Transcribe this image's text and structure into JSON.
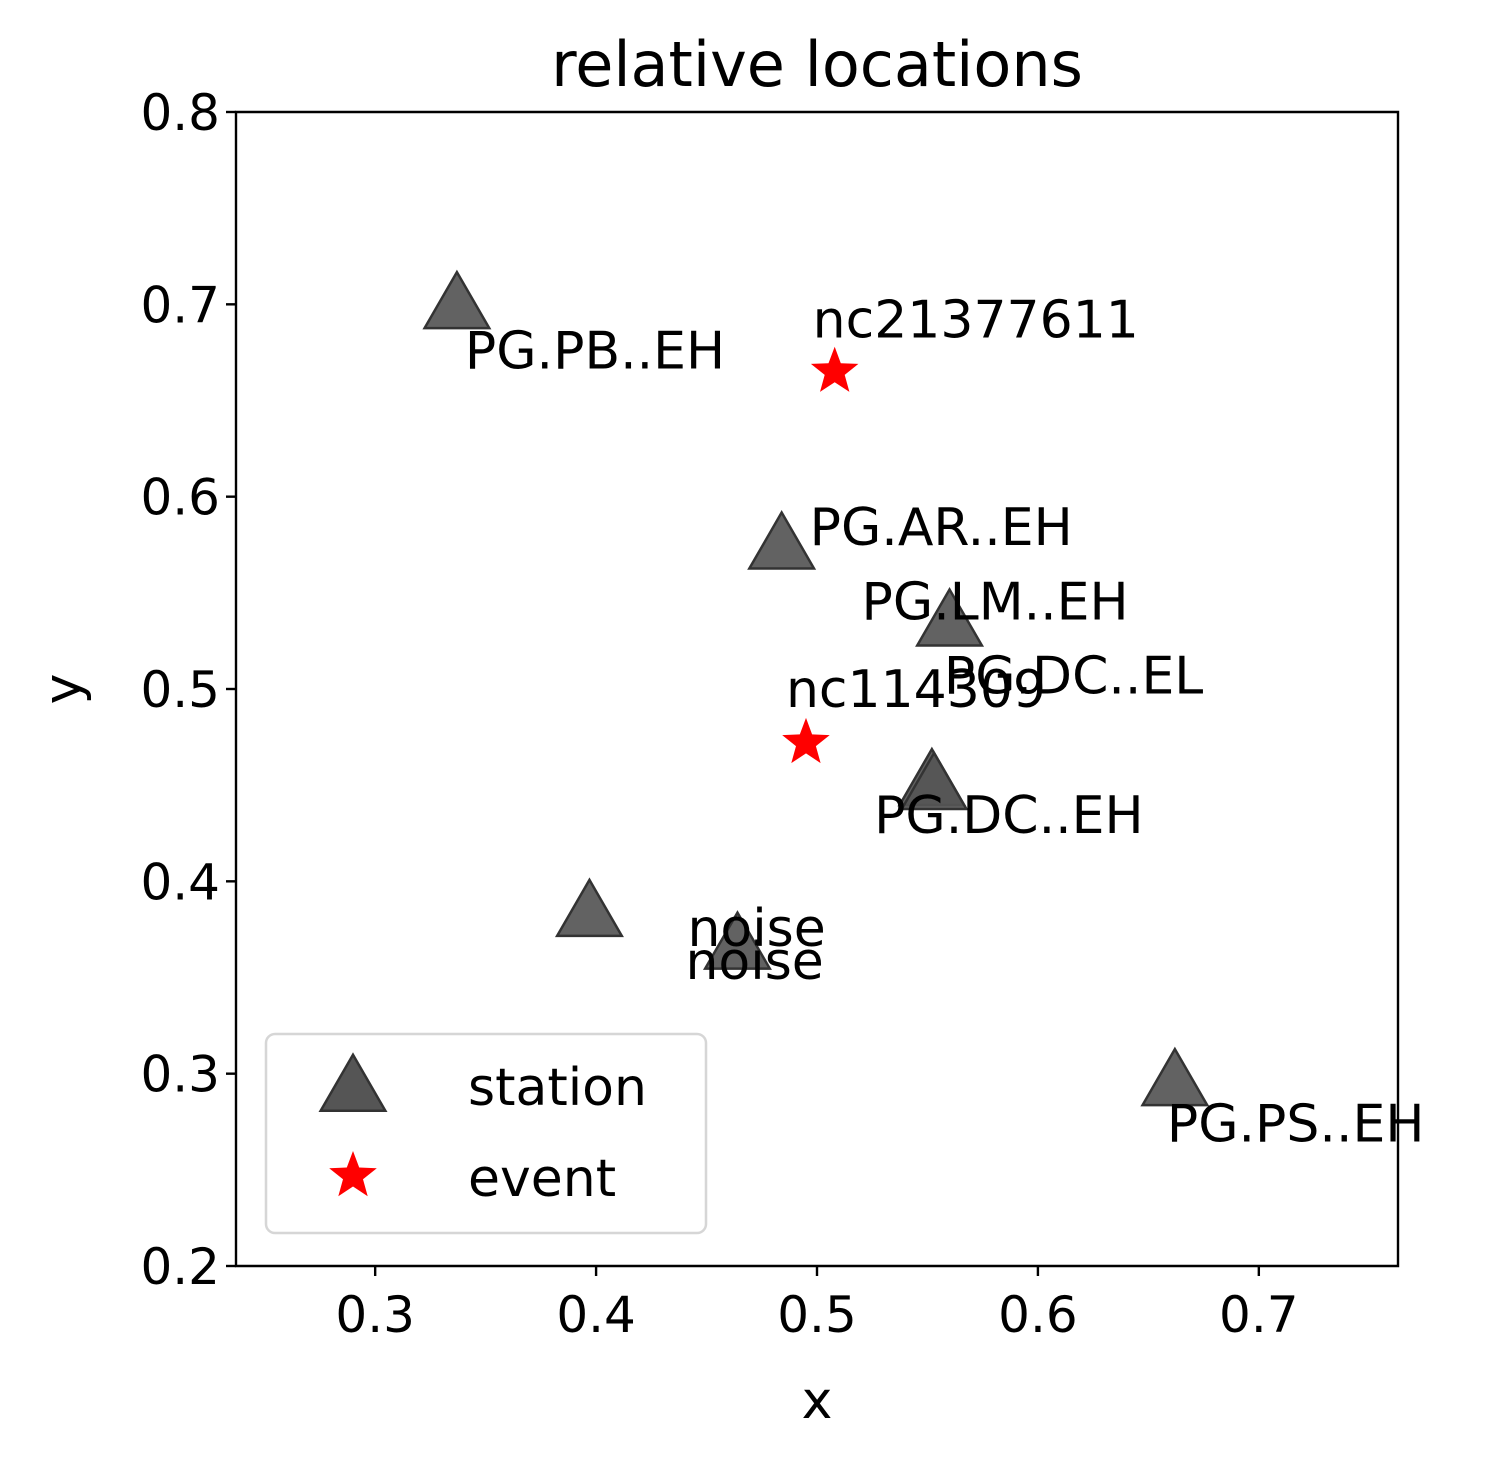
{
  "chart_data": {
    "type": "scatter",
    "title": "relative locations",
    "xlabel": "x",
    "ylabel": "y",
    "xlim": [
      0.237,
      0.763
    ],
    "ylim": [
      0.2,
      0.8
    ],
    "xticks": [
      "0.3",
      "0.4",
      "0.5",
      "0.6",
      "0.7"
    ],
    "yticks": [
      "0.2",
      "0.3",
      "0.4",
      "0.5",
      "0.6",
      "0.7",
      "0.8"
    ],
    "grid": false,
    "legend": {
      "placement": "lower-left",
      "entries": [
        {
          "label": "station",
          "marker": "triangle",
          "color": "#555555"
        },
        {
          "label": "event",
          "marker": "star",
          "color": "#ff0000"
        }
      ]
    },
    "series": [
      {
        "name": "station",
        "marker": "triangle",
        "color": "#555555",
        "edge_color": "#333333",
        "points": [
          {
            "x": 0.337,
            "y": 0.7,
            "label": "PG.PB..EH"
          },
          {
            "x": 0.484,
            "y": 0.575,
            "label": "PG.AR..EH"
          },
          {
            "x": 0.56,
            "y": 0.535,
            "label": "PG.LM..EH"
          },
          {
            "x": 0.552,
            "y": 0.452,
            "label": "PG.DC..EL"
          },
          {
            "x": 0.553,
            "y": 0.45,
            "label": "PG.DC..EH"
          },
          {
            "x": 0.397,
            "y": 0.384,
            "label": "noise"
          },
          {
            "x": 0.464,
            "y": 0.367,
            "label": "noise"
          },
          {
            "x": 0.662,
            "y": 0.296,
            "label": "PG.PS..EH"
          }
        ]
      },
      {
        "name": "event",
        "marker": "star",
        "color": "#ff0000",
        "points": [
          {
            "x": 0.508,
            "y": 0.665,
            "label": "nc21377611"
          },
          {
            "x": 0.495,
            "y": 0.472,
            "label": "nc114309"
          }
        ]
      }
    ]
  }
}
